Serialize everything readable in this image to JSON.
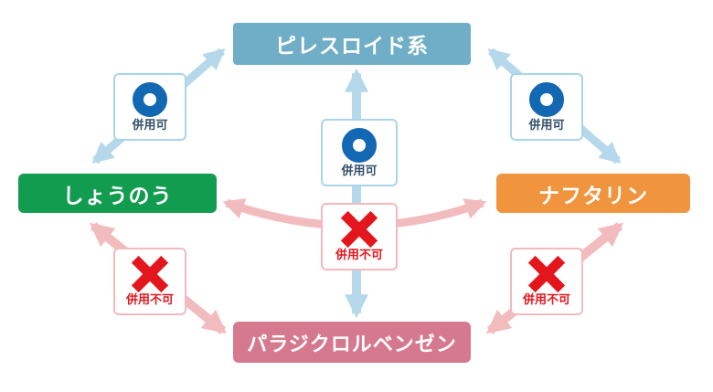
{
  "diagram": {
    "type": "compatibility-diagram",
    "background": "#ffffff",
    "nodes": {
      "pyrethroid": {
        "label": "ピレスロイド系",
        "color": "#6FAEC6"
      },
      "camphor": {
        "label": "しょうのう",
        "color": "#129C4F"
      },
      "naphthalene": {
        "label": "ナフタリン",
        "color": "#F0953E"
      },
      "paradichlorobenzene": {
        "label": "パラジクロルベンゼン",
        "color": "#D5798E"
      }
    },
    "badges": {
      "ok": {
        "label": "併用可",
        "icon": "circle-ok-icon",
        "symbol": "○",
        "color": "#1268B3",
        "border": "#A9D4E7",
        "text_color": "#33506B"
      },
      "ng": {
        "label": "併用不可",
        "icon": "cross-ng-icon",
        "symbol": "×",
        "color": "#E3161E",
        "border": "#F2B9BE",
        "text_color": "#E3161E"
      }
    },
    "arrows": {
      "ok_color": "#B5D9EA",
      "ng_color": "#F2BCBE"
    },
    "edges": [
      {
        "from": "しょうのう",
        "to": "ピレスロイド系",
        "status": "併用可"
      },
      {
        "from": "ナフタリン",
        "to": "ピレスロイド系",
        "status": "併用可"
      },
      {
        "from": "パラジクロルベンゼン",
        "to": "ピレスロイド系",
        "status": "併用可"
      },
      {
        "from": "しょうのう",
        "to": "ナフタリン",
        "status": "併用不可"
      },
      {
        "from": "しょうのう",
        "to": "パラジクロルベンゼン",
        "status": "併用不可"
      },
      {
        "from": "ナフタリン",
        "to": "パラジクロルベンゼン",
        "status": "併用不可"
      }
    ]
  }
}
